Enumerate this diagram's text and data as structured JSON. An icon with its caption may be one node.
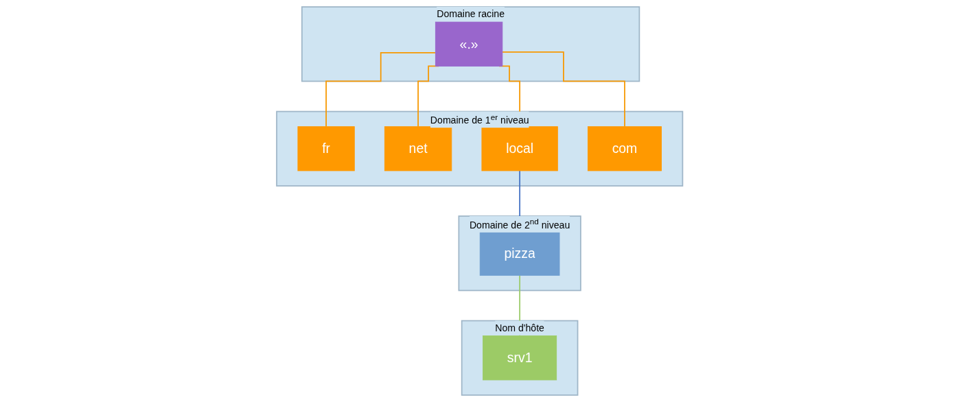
{
  "diagram": {
    "nodes": [
      {
        "text": [
          "Domaine racine"
        ]
      },
      {
        "text": [
          "«.»"
        ],
        "in": 0
      },
      {
        "text": [
          "Domaine de 1$^{er}$ niveau"
        ]
      },
      {
        "text": [
          "fr"
        ],
        "in": 2
      },
      {
        "text": [
          "net"
        ],
        "in": 2
      },
      {
        "text": [
          "local"
        ],
        "in": 2
      },
      {
        "text": [
          "com"
        ],
        "in": 2
      },
      {
        "text": [
          "Domaine de 2$^{nd}$ niveau"
        ]
      },
      {
        "text": [
          "pizza"
        ],
        "in": 7
      },
      {
        "text": [
          "Nom d'hôte"
        ]
      },
      {
        "text": [
          "srv1"
        ],
        "in": 9
      }
    ],
    "edges": [
      {
        "from": 1,
        "to": 3,
        "arrow": "none"
      },
      {
        "from": 1,
        "to": 4,
        "arrow": "none"
      },
      {
        "from": 1,
        "to": 5,
        "arrow": "none"
      },
      {
        "from": 1,
        "to": 6,
        "arrow": "none"
      },
      {
        "from": 5,
        "to": 8,
        "arrow": "none",
        "color": "#4472c4"
      },
      {
        "from": 8,
        "to": 10,
        "arrow": "none",
        "color": "#9bcb6a"
      }
    ]
  }
}
